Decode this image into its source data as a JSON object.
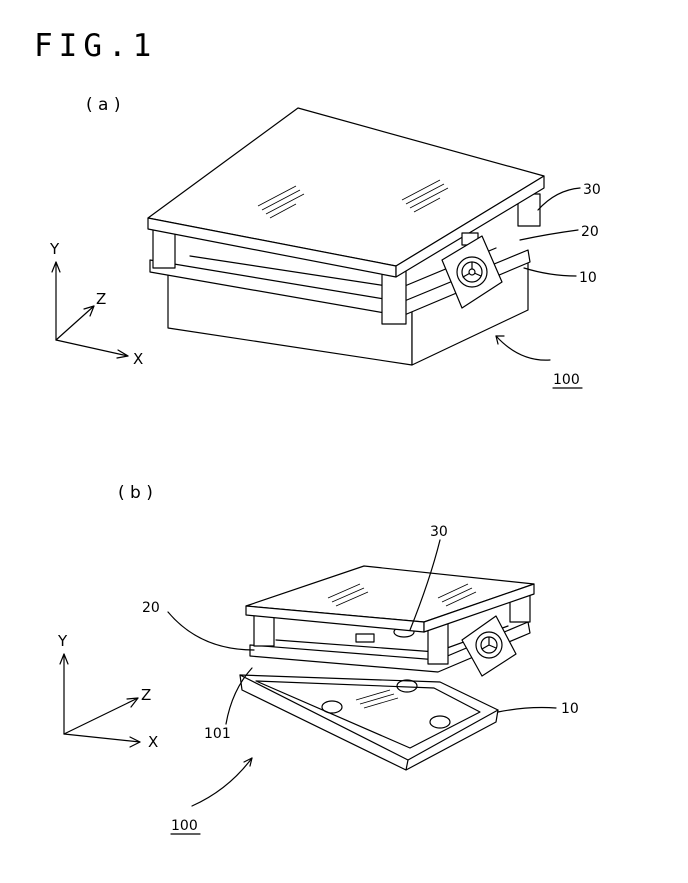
{
  "figure": {
    "title": "FIG.1",
    "panel_a": {
      "label": "( a )",
      "axes": {
        "y": "Y",
        "z": "Z",
        "x": "X"
      },
      "refs": {
        "r30": "30",
        "r20": "20",
        "r10": "10",
        "r100": "100"
      }
    },
    "panel_b": {
      "label": "( b )",
      "axes": {
        "y": "Y",
        "z": "Z",
        "x": "X"
      },
      "refs": {
        "r30": "30",
        "r20": "20",
        "r101": "101",
        "r10": "10",
        "r100": "100"
      }
    }
  }
}
